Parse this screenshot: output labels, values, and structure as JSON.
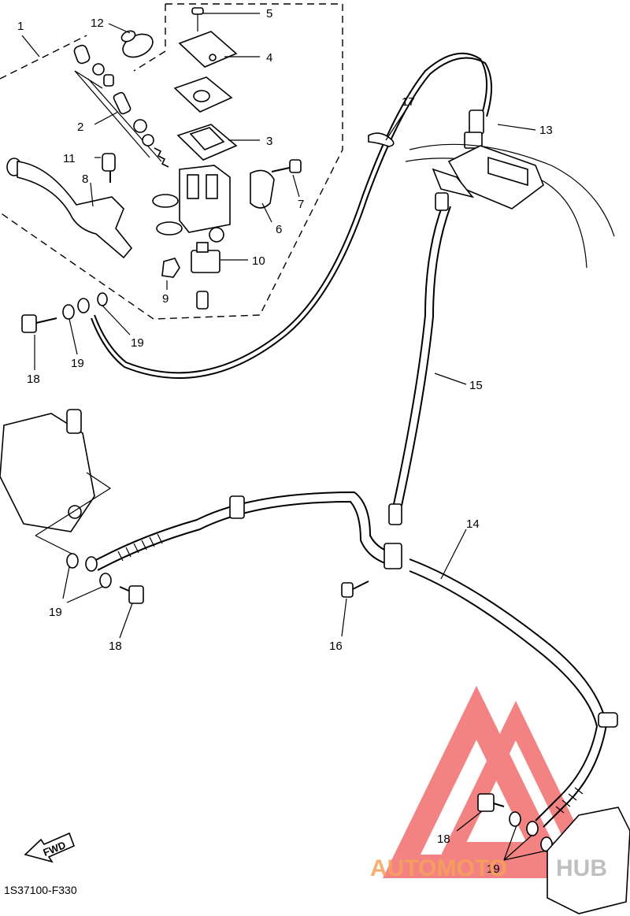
{
  "diagram_code": "1S37100-F330",
  "fwd_label": "FWD",
  "watermark": {
    "part1": "AUTOMOTO",
    "part2": "HUB",
    "color_orange": "#f5a25b",
    "color_gray": "#b9b9b9",
    "logo_color": "#f05a5a"
  },
  "callouts": {
    "c1": "1",
    "c2": "2",
    "c3": "3",
    "c4": "4",
    "c5": "5",
    "c6": "6",
    "c7": "7",
    "c8": "8",
    "c9": "9",
    "c10": "10",
    "c11": "11",
    "c12": "12",
    "c13": "13",
    "c14": "14",
    "c15": "15",
    "c16": "16",
    "c17": "17",
    "c18a": "18",
    "c19a": "19",
    "c19b": "19",
    "c19c": "19",
    "c18b": "18",
    "c18c": "18",
    "c19d": "19"
  }
}
